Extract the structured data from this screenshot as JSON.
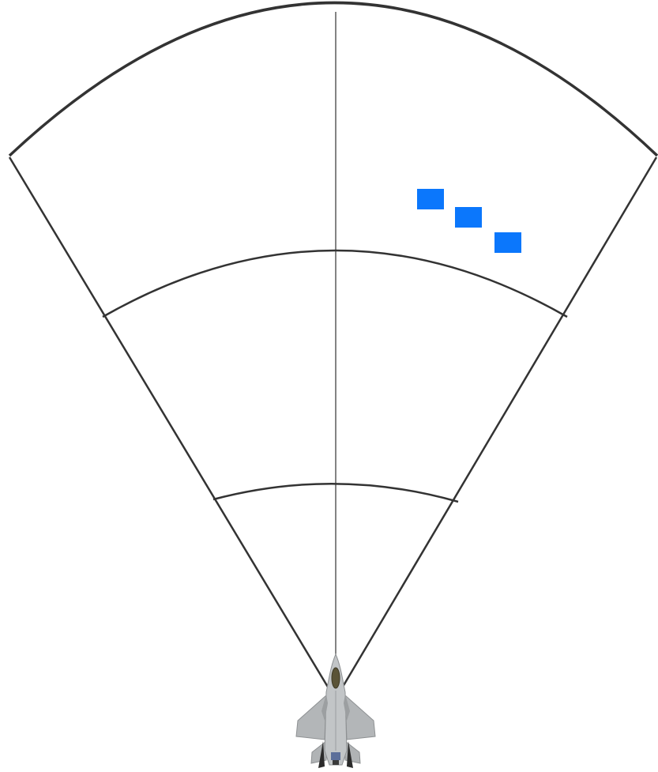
{
  "radar": {
    "type": "sector-scope",
    "range_rings": 3,
    "center_line": true,
    "ring_color": "#333333",
    "contact_color": "#0b77fc",
    "contact_count": 3
  },
  "ownship": {
    "icon": "fighter-jet-icon",
    "colors": {
      "fuselage": "#b9bcbe",
      "canopy": "#5a5337",
      "panel": "#2b2b2b"
    }
  }
}
